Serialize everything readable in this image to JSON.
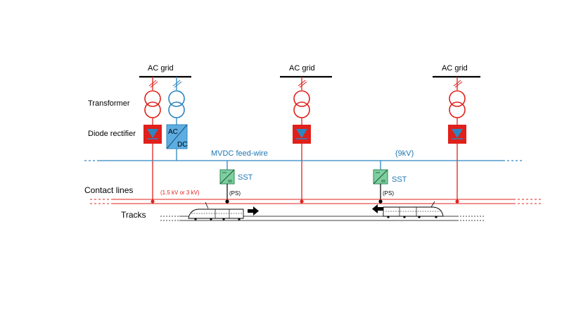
{
  "labels": {
    "ac_grid_1": "AC grid",
    "ac_grid_2": "AC grid",
    "ac_grid_3": "AC grid",
    "transformer": "Transformer",
    "diode_rectifier": "Diode rectifier",
    "contact_lines": "Contact lines",
    "tracks": "Tracks",
    "mvdc_feed_wire": "MVDC feed-wire",
    "mvdc_voltage": "(9kV)",
    "contact_voltage": "(1.5 kV or 3 kV)",
    "sst_1": "SST",
    "sst_2": "SST",
    "ps_1": "(PS)",
    "ps_2": "(PS)",
    "converter_ac": "AC",
    "converter_dc": "DC"
  },
  "colors": {
    "red": "#e0201b",
    "blue": "#2e86c1",
    "light_blue_box": "#5dade2",
    "green_box": "#7dcea0",
    "black": "#000000"
  },
  "icons": [
    "transformer-icon",
    "diode-rectifier-icon",
    "ac-dc-converter-icon",
    "sst-icon",
    "train-icon",
    "arrow-right-icon",
    "arrow-left-icon"
  ]
}
